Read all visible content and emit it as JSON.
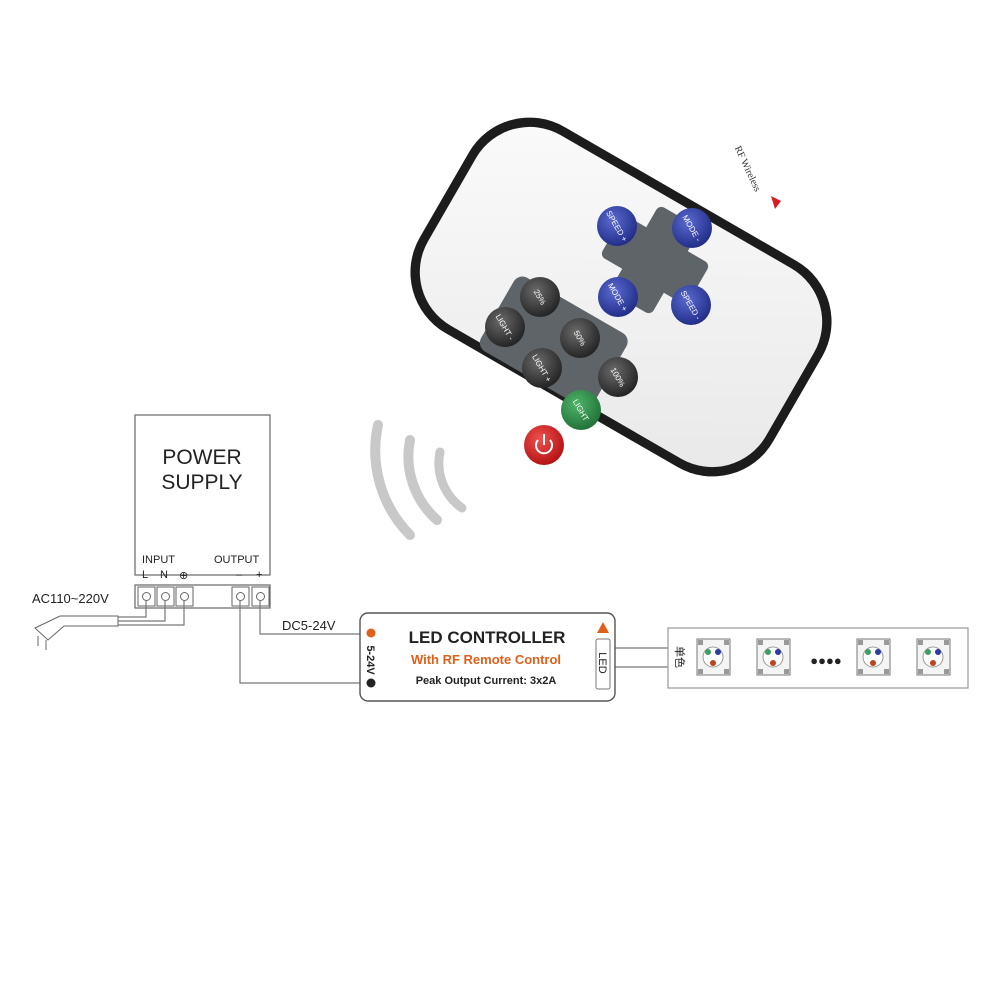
{
  "remote": {
    "brand_text": "RF Wireless",
    "buttons": {
      "speed_plus": "SPEED +",
      "mode_minus": "MODE -",
      "mode_plus": "MODE +",
      "speed_minus": "SPEED -",
      "pct25": "25%",
      "pct50": "50%",
      "pct100": "100%",
      "light_minus": "LIGHT -",
      "light_plus": "LIGHT +",
      "light": "LIGHT"
    },
    "colors": {
      "blue": "#2a3a9e",
      "dark": "#3a3a3a",
      "green": "#2f8a45",
      "red": "#d81e1e",
      "pad": "#5e6468"
    }
  },
  "power_supply": {
    "title_line1": "POWER",
    "title_line2": "SUPPLY",
    "input_label": "INPUT",
    "output_label": "OUTPUT",
    "terminal_L": "L",
    "terminal_N": "N",
    "terminal_ground": "⊕",
    "terminal_minus": "–",
    "terminal_plus": "+"
  },
  "ac_label": "AC110~220V",
  "dc_label": "DC5-24V",
  "led_controller": {
    "title": "LED CONTROLLER",
    "subtitle": "With RF Remote Control",
    "peak": "Peak Output Current: 3x2A",
    "side_left": "5-24V",
    "side_right": "LED",
    "accent_color": "#e0601a"
  },
  "led_strip": {
    "side_label": "单色",
    "separator": "●●●●"
  }
}
